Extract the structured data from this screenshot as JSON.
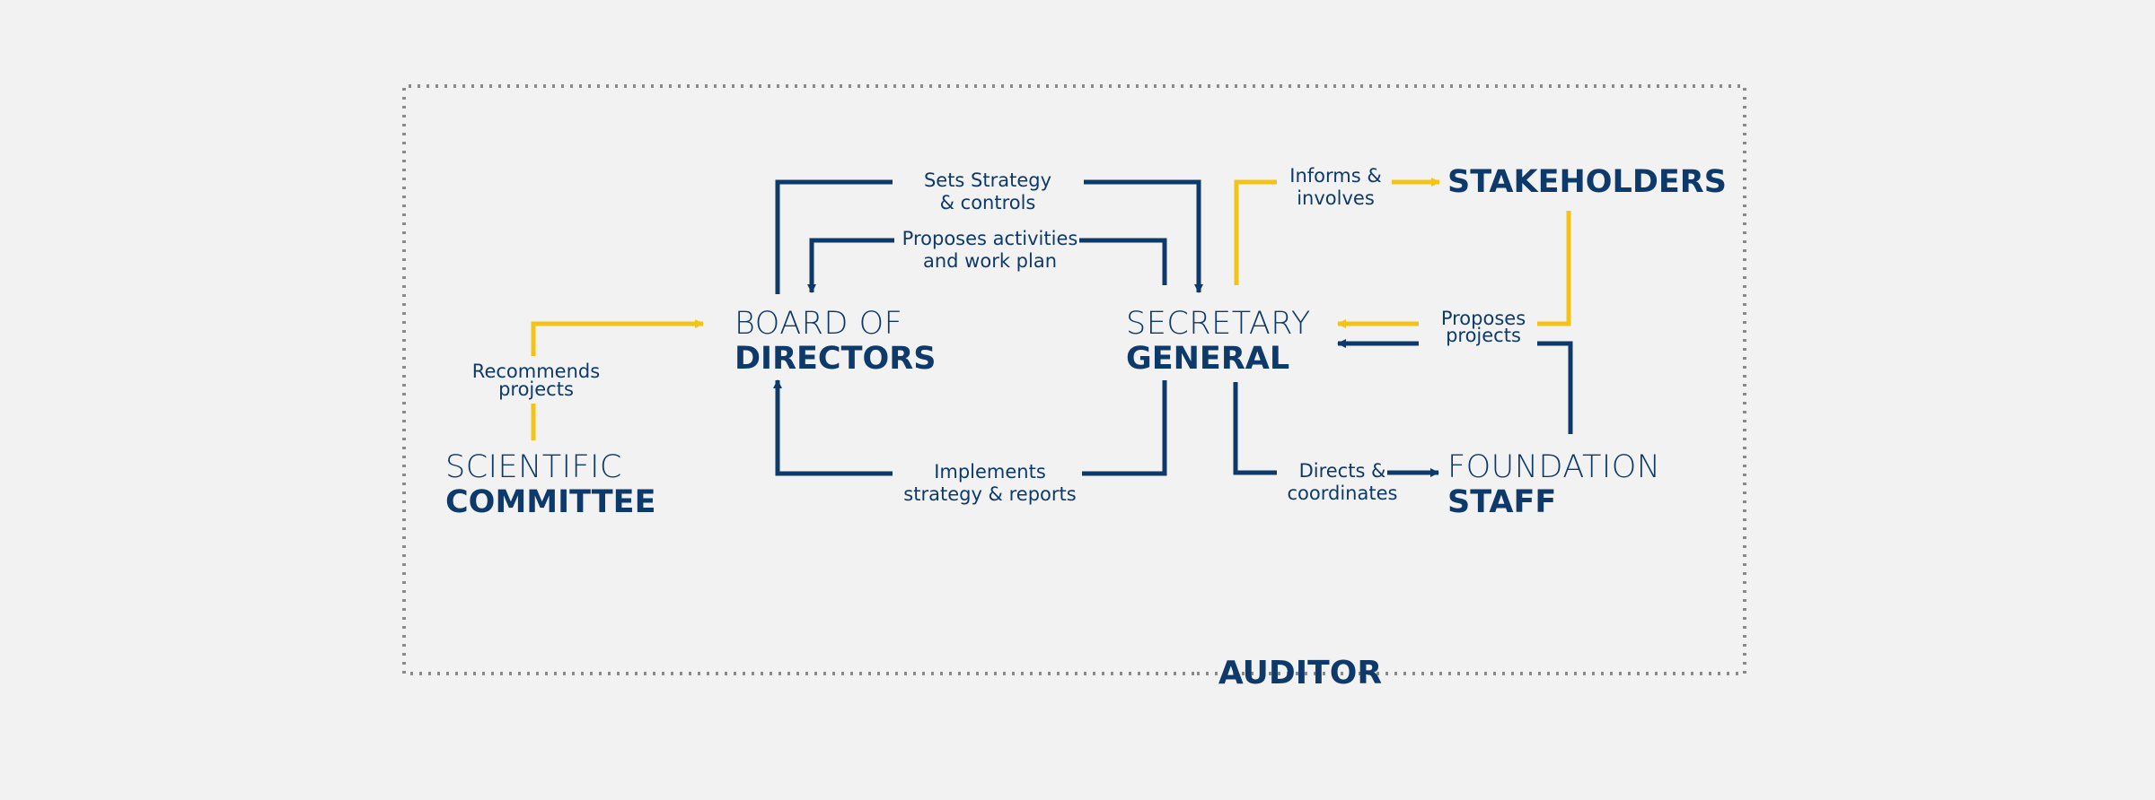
{
  "colors": {
    "navy": "#0d3a6b",
    "yellow": "#f2c417",
    "dotted": "#8a8a8a",
    "background": "#f2f2f2"
  },
  "nodes": {
    "board": {
      "line1": "BOARD OF",
      "line2": "DIRECTORS"
    },
    "secretary": {
      "line1": "SECRETARY",
      "line2": "GENERAL"
    },
    "stakeholders": {
      "line1": "STAKEHOLDERS"
    },
    "scientific": {
      "line1": "SCIENTIFIC",
      "line2": "COMMITTEE"
    },
    "foundation": {
      "line1": "FOUNDATION",
      "line2": "STAFF"
    },
    "auditor": {
      "line1": "AUDITOR"
    }
  },
  "edges": {
    "sets_strategy": {
      "line1": "Sets Strategy",
      "line2": "& controls"
    },
    "proposes_activities": {
      "line1": "Proposes activities",
      "line2": "and work plan"
    },
    "implements": {
      "line1": "Implements",
      "line2": "strategy & reports"
    },
    "recommends": {
      "line1": "Recommends",
      "line2": "projects"
    },
    "informs": {
      "line1": "Informs &",
      "line2": "involves"
    },
    "proposes_projects": {
      "line1": "Proposes",
      "line2": "projects"
    },
    "directs": {
      "line1": "Directs &",
      "line2": "coordinates"
    }
  }
}
